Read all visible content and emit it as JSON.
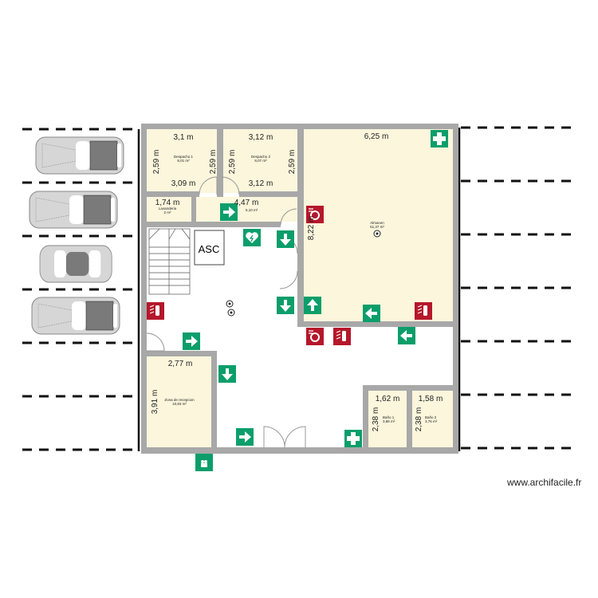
{
  "watermark": "www.archifacile.fr",
  "elevator_label": "ASC",
  "colors": {
    "wall": "#a8a8a8",
    "room": "#fbf6dc",
    "safety_green": "#0b9e6b",
    "fire_red": "#b5172b"
  },
  "rooms": {
    "despacho1": {
      "name": "Despacho 1",
      "area": "8,01 m²",
      "width_top": "3,1 m",
      "width_bottom": "3,09 m",
      "h_left": "2,59 m",
      "h_right": "2,59 m"
    },
    "despacho2": {
      "name": "Despacho 2",
      "area": "8,07 m²",
      "width_top": "3,12 m",
      "width_bottom": "3,12 m",
      "h_left": "2,59 m",
      "h_right": "2,59 m"
    },
    "lavanderia": {
      "name": "Lavanderia",
      "area": "2 m²",
      "width": "1,74 m"
    },
    "pasillo": {
      "area": "5,10 m²",
      "width": "4,47 m"
    },
    "almacen": {
      "name": "Almacen",
      "area": "51,37 m²",
      "width": "6,25 m",
      "height": "8,22 m"
    },
    "recepcion": {
      "name": "Zona de recepcion",
      "area": "10,83 m²",
      "width": "2,77 m",
      "height": "3,91 m"
    },
    "bano1": {
      "name": "Baño 1",
      "area": "3,86 m²",
      "width": "1,62 m",
      "height": "2,38 m"
    },
    "bano2": {
      "name": "Baño 2",
      "area": "3,76 m²",
      "width": "1,58 m",
      "height": "2,38 m"
    }
  },
  "icons": [
    "first-aid-icon",
    "exit-arrow-icon",
    "fire-extinguisher-icon",
    "fire-hose-icon",
    "defibrillator-icon",
    "assembly-point-icon",
    "smoke-detector-icon",
    "car-icon",
    "stairs-icon"
  ]
}
